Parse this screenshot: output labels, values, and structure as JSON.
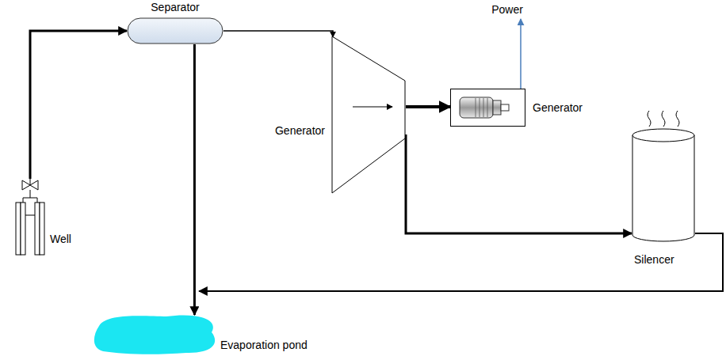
{
  "diagram": {
    "nodes": [
      {
        "text": [
          "Well"
        ]
      },
      {
        "text": [
          "Separator"
        ]
      },
      {
        "text": [
          "Generator"
        ]
      },
      {
        "text": [
          "Generator"
        ]
      },
      {
        "text": [
          "Silencer"
        ]
      },
      {
        "text": [
          "Evaporation pond"
        ]
      }
    ],
    "edges": [
      {
        "from": 0,
        "to": 1,
        "arrow": "to"
      },
      {
        "from": 1,
        "to": 2,
        "arrow": "to"
      },
      {
        "from": 1,
        "to": 5,
        "arrow": "to"
      },
      {
        "from": 2,
        "to": 3,
        "arrow": "to"
      },
      {
        "from": 2,
        "to": 4,
        "arrow": "to"
      },
      {
        "from": 4,
        "to": 5,
        "arrow": "to"
      }
    ],
    "labels": [
      "Power"
    ]
  }
}
